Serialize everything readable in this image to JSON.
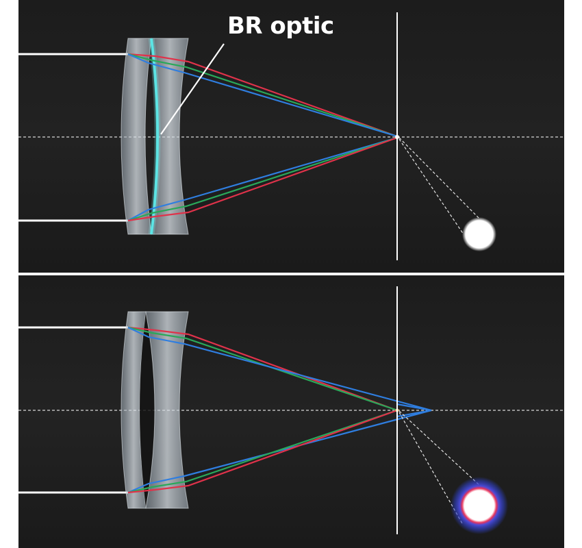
{
  "annotation": {
    "label": "BR optic"
  },
  "colors": {
    "background": "#1e1e1e",
    "incoming_ray": "#ffffff",
    "red_ray": "#e0324a",
    "green_ray": "#2aa85a",
    "blue_ray": "#2f7ee0",
    "br_element": "#4fe3e3",
    "lens_glass": "#c9d3dc"
  },
  "panels": [
    {
      "id": "with-br-optic",
      "focus": "single",
      "spot": "sharp"
    },
    {
      "id": "without-br-optic",
      "focus": "dispersed",
      "spot": "halo"
    }
  ]
}
